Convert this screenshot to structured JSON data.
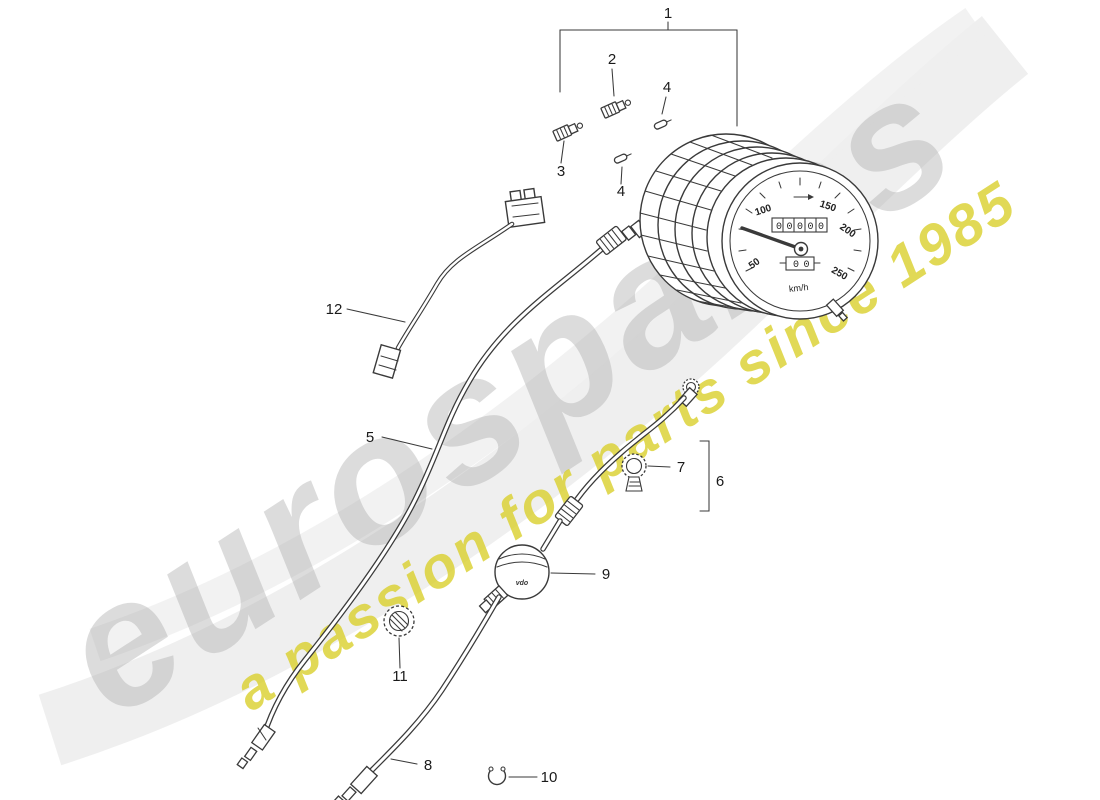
{
  "watermark": {
    "brand": "eurospares",
    "tagline": "a passion for parts since 1985"
  },
  "diagram": {
    "callouts": {
      "1": "1",
      "2": "2",
      "3": "3",
      "4a": "4",
      "4b": "4",
      "5": "5",
      "6": "6",
      "7": "7",
      "8": "8",
      "9": "9",
      "10": "10",
      "11": "11",
      "12": "12"
    },
    "gauge": {
      "num_50": "50",
      "num_100": "100",
      "num_150": "150",
      "num_200": "200",
      "num_250": "250",
      "odometer": "00000",
      "trip_odometer": "00",
      "unit": "km/h"
    },
    "sender_brand": "vdo"
  }
}
